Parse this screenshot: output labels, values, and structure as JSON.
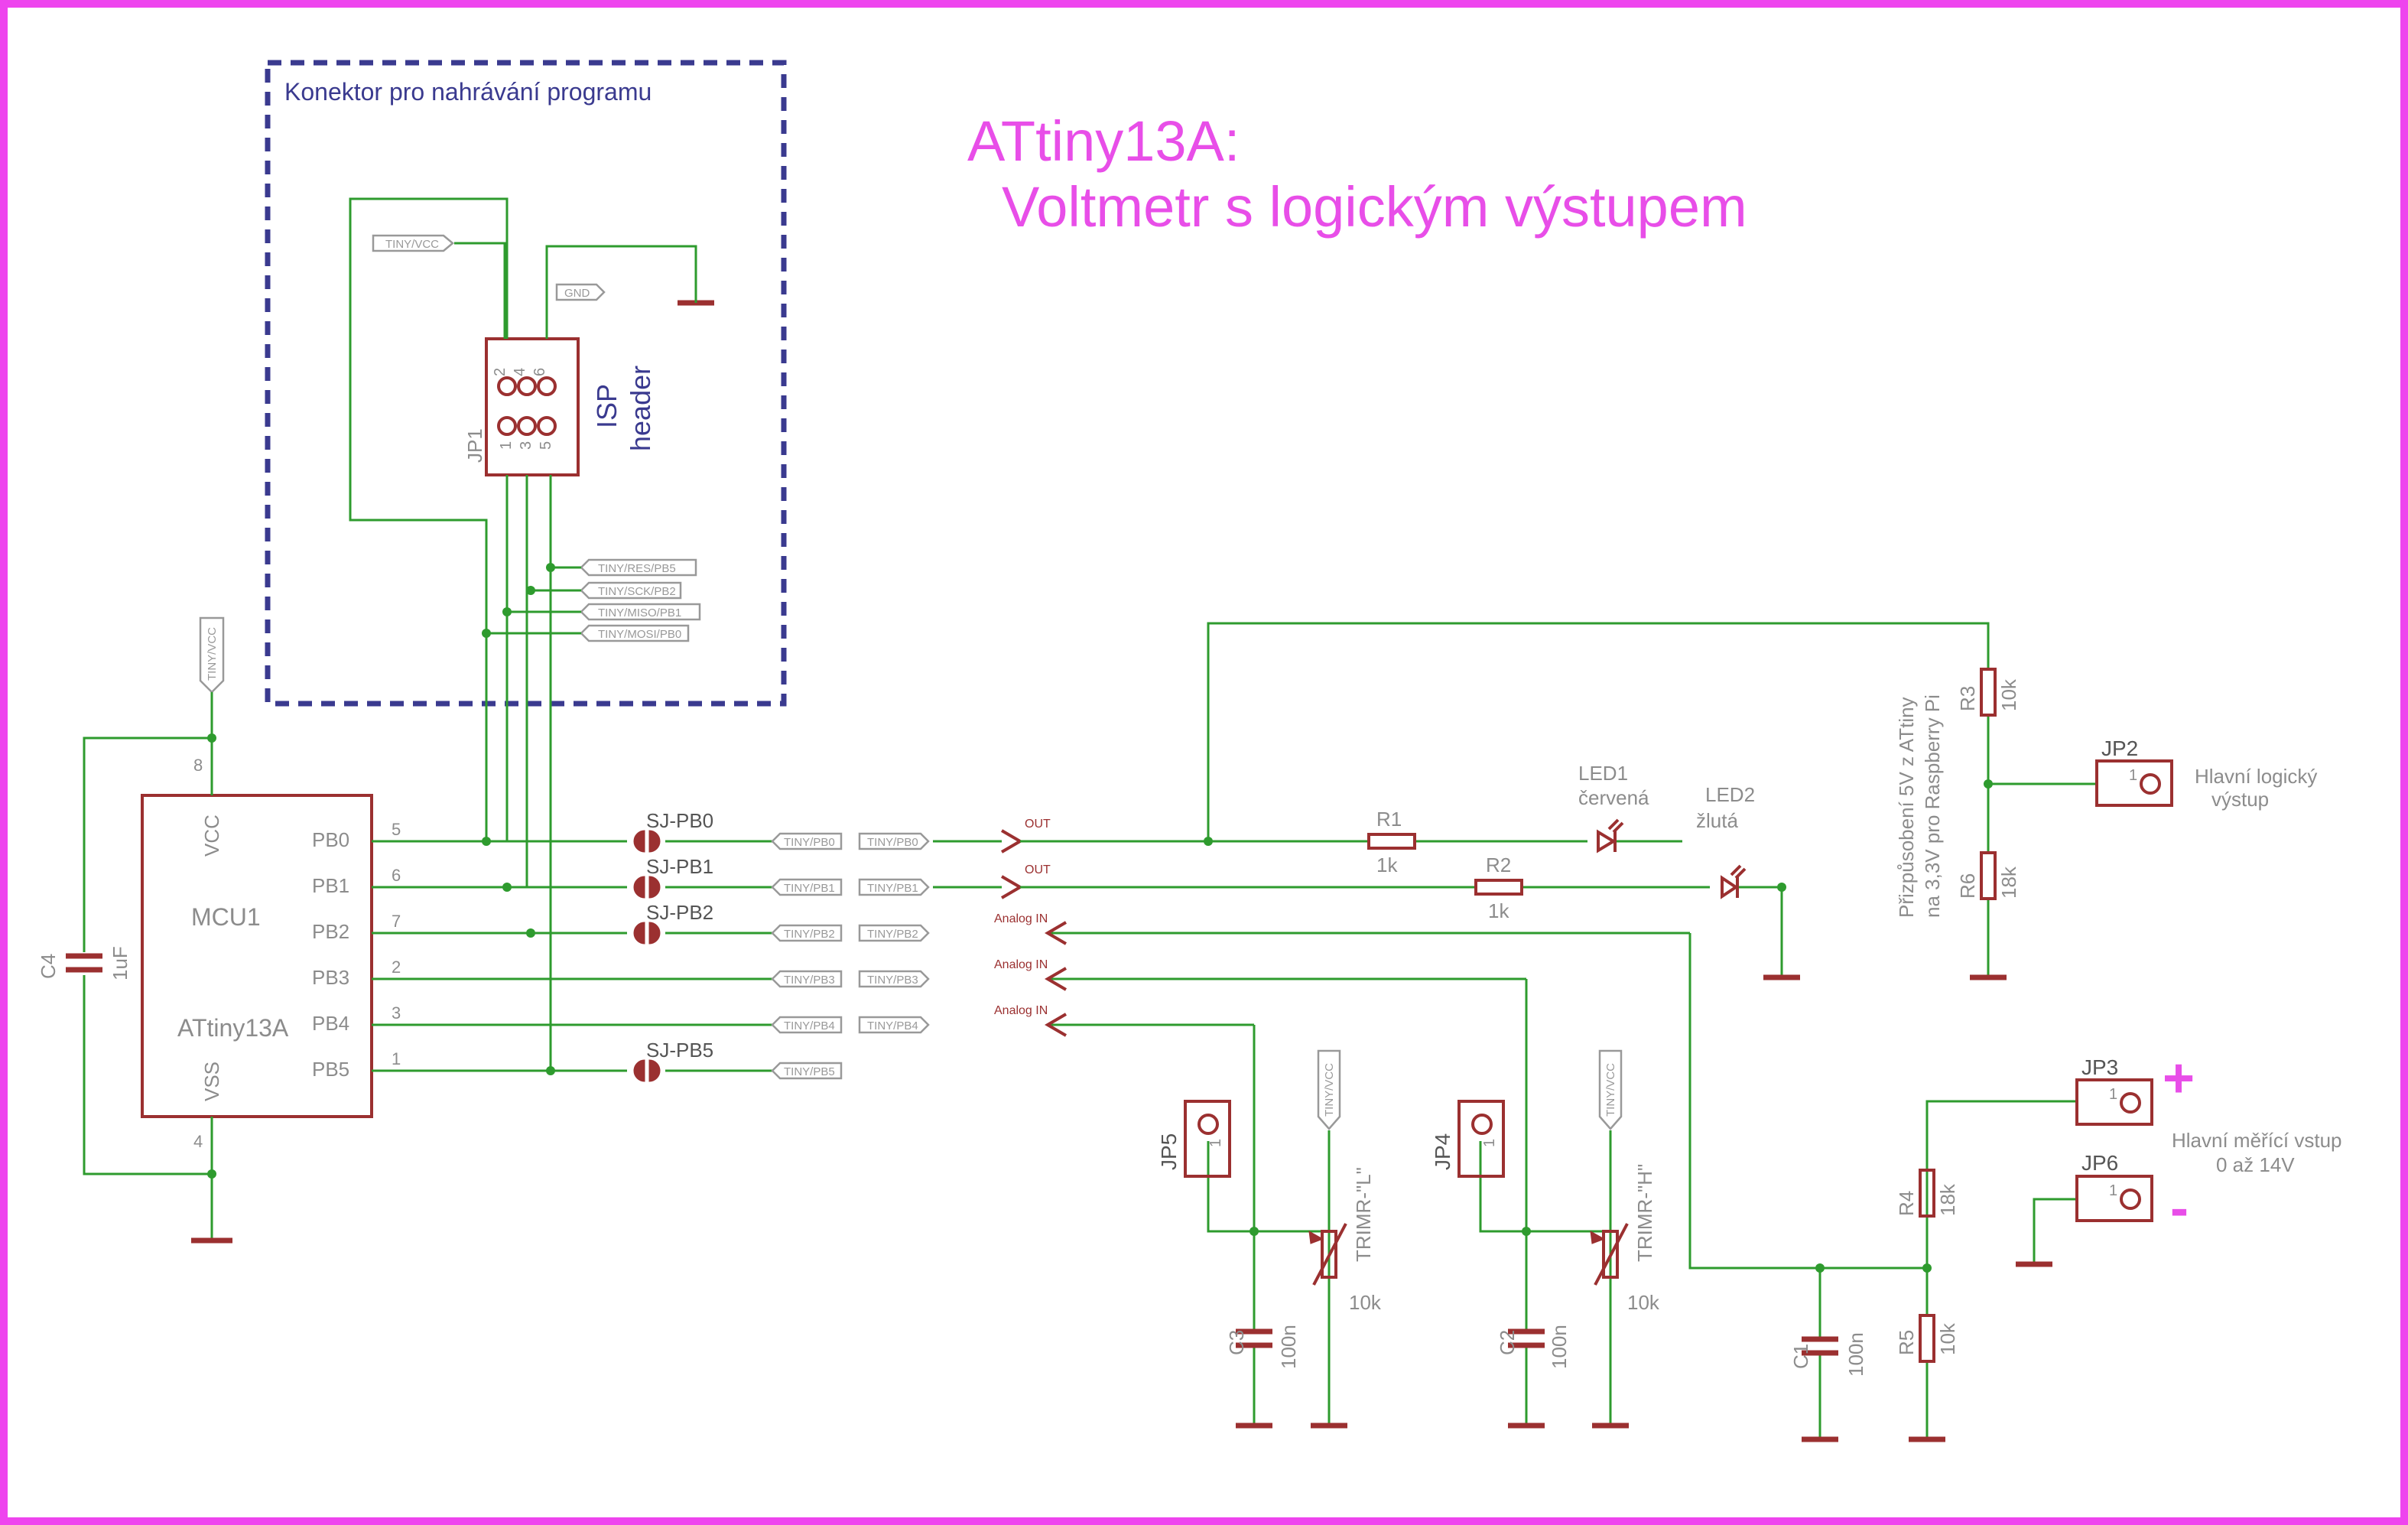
{
  "title": {
    "line1": "ATtiny13A:",
    "line2": "Voltmetr s logickým výstupem"
  },
  "isp_box": {
    "caption": "Konektor pro nahrávání programu",
    "header_line1": "ISP",
    "header_line2": "header",
    "ref": "JP1",
    "pins_top": [
      "2",
      "4",
      "6"
    ],
    "pins_bottom": [
      "1",
      "3",
      "5"
    ],
    "flag_vcc": "TINY/VCC",
    "flag_gnd": "GND",
    "flags_right": [
      "TINY/RES/PB5",
      "TINY/SCK/PB2",
      "TINY/MISO/PB1",
      "TINY/MOSI/PB0"
    ]
  },
  "mcu": {
    "ref": "MCU1",
    "value": "ATtiny13A",
    "vcc_label": "VCC",
    "vss_label": "VSS",
    "vcc_flag": "TINY/VCC",
    "pin_vcc": "8",
    "pin_vss": "4",
    "pins": [
      {
        "name": "PB0",
        "num": "5"
      },
      {
        "name": "PB1",
        "num": "6"
      },
      {
        "name": "PB2",
        "num": "7"
      },
      {
        "name": "PB3",
        "num": "2"
      },
      {
        "name": "PB4",
        "num": "3"
      },
      {
        "name": "PB5",
        "num": "1"
      }
    ]
  },
  "c4": {
    "ref": "C4",
    "value": "1uF"
  },
  "solder_jumpers": [
    "SJ-PB0",
    "SJ-PB1",
    "SJ-PB2",
    "SJ-PB5"
  ],
  "net_flags_left": [
    "TINY/PB0",
    "TINY/PB1",
    "TINY/PB2",
    "TINY/PB3",
    "TINY/PB4",
    "TINY/PB5"
  ],
  "net_flags_right": [
    "TINY/PB0",
    "TINY/PB1",
    "TINY/PB2",
    "TINY/PB3",
    "TINY/PB4"
  ],
  "signal_labels": [
    "OUT",
    "OUT",
    "Analog IN",
    "Analog IN",
    "Analog IN"
  ],
  "r1": {
    "ref": "R1",
    "value": "1k"
  },
  "r2": {
    "ref": "R2",
    "value": "1k"
  },
  "led1": {
    "ref": "LED1",
    "value": "červená"
  },
  "led2": {
    "ref": "LED2",
    "value": "žlutá"
  },
  "r3": {
    "ref": "R3",
    "value": "10k"
  },
  "r6": {
    "ref": "R6",
    "value": "18k"
  },
  "divider_note": {
    "line1": "Přizpůsobení 5V z ATtiny",
    "line2": "na 3,3V pro Raspberry Pi"
  },
  "jp2": {
    "ref": "JP2",
    "pin": "1",
    "label_line1": "Hlavní logický",
    "label_line2": "výstup"
  },
  "jp3": {
    "ref": "JP3",
    "pin": "1",
    "sign": "+"
  },
  "jp6": {
    "ref": "JP6",
    "pin": "1",
    "sign": "-"
  },
  "measure_input": {
    "line1": "Hlavní měřící vstup",
    "line2": "0 až 14V"
  },
  "r4": {
    "ref": "R4",
    "value": "18k"
  },
  "r5": {
    "ref": "R5",
    "value": "10k"
  },
  "c1": {
    "ref": "C1",
    "value": "100n"
  },
  "jp5": {
    "ref": "JP5",
    "pin": "1"
  },
  "jp4": {
    "ref": "JP4",
    "pin": "1"
  },
  "c3": {
    "ref": "C3",
    "value": "100n"
  },
  "c2": {
    "ref": "C2",
    "value": "100n"
  },
  "trimr_l": {
    "ref": "TRIMR-\"L\"",
    "value": "10k",
    "flag": "TINY/VCC"
  },
  "trimr_h": {
    "ref": "TRIMR-\"H\"",
    "value": "10k",
    "flag": "TINY/VCC"
  },
  "colors": {
    "frame": "#ee44ee",
    "wire": "#2e9b2e",
    "part": "#9b3030",
    "isp_box": "#3a3a8f",
    "title": "#e84ee8"
  }
}
